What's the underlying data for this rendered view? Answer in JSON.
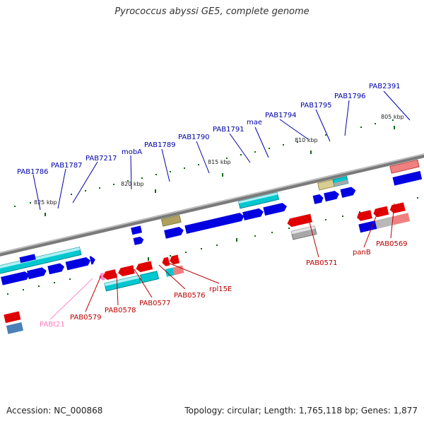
{
  "title": "Pyrococcus abyssi GE5, complete genome",
  "accession": "Accession: NC_000868",
  "stats": "Topology: circular; Length: 1,765,118 bp; Genes: 1,877",
  "colors": {
    "forward_cds": "#0000e0",
    "reverse_cds": "#e00000",
    "reverse_cds_light": "#f08080",
    "rna": "#00c8d0",
    "rna_light": "#90d8e0",
    "pseudogene": "#b0a060",
    "gray_feature": "#a8a8a8",
    "trna": "#ff88cc",
    "backbone": "#888888",
    "tick": "#006600",
    "label_forward": "#0000aa",
    "label_reverse": "#bb0000",
    "label_trna": "#ff77bb"
  },
  "scale_labels": [
    "805 kbp",
    "810 kbp",
    "815 kbp",
    "820 kbp",
    "825 kbp"
  ],
  "forward_labels": [
    "PAB1786",
    "PAB1787",
    "PAB7217",
    "mobA",
    "PAB1789",
    "PAB1790",
    "PAB1791",
    "mae",
    "PAB1794",
    "PAB1795",
    "PAB1796",
    "PAB2391"
  ],
  "reverse_labels": [
    "PABt21",
    "PAB0579",
    "PAB0578",
    "PAB0577",
    "PAB0576",
    "rpl15E",
    "PAB0571",
    "panB",
    "PAB0569"
  ]
}
